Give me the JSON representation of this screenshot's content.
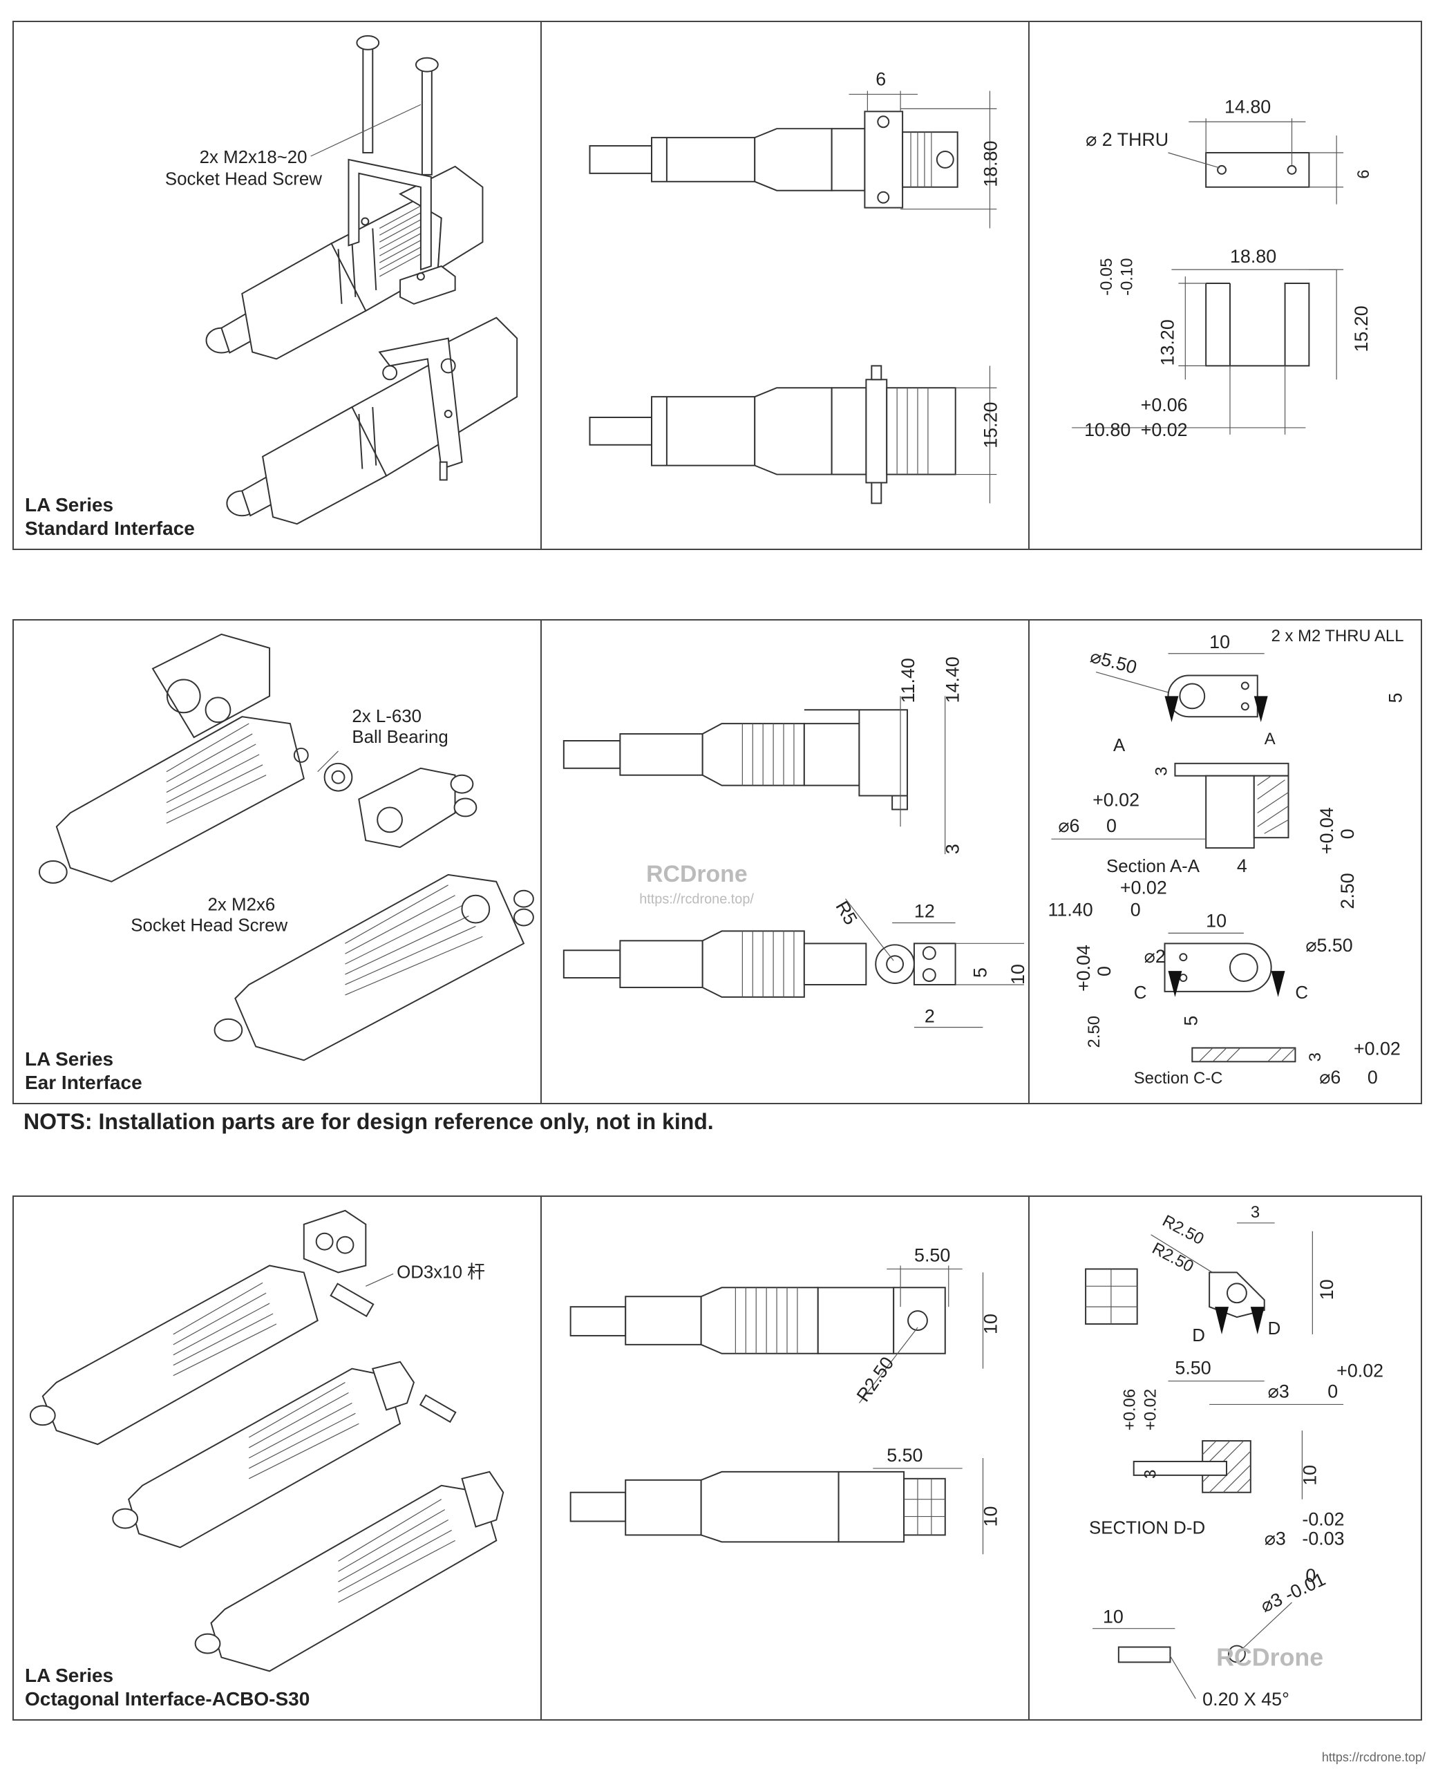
{
  "note": "NOTS: Installation parts are for design reference only, not in kind.",
  "footer_url": "https://rcdrone.top/",
  "watermark": {
    "brand": "RCDrone",
    "url": "https://rcdrone.top/"
  },
  "panel1": {
    "title_line1": "LA Series",
    "title_line2": "Standard Interface",
    "callout_line1": "2x M2x18~20",
    "callout_line2": "Socket Head Screw",
    "dims": {
      "d6": "6",
      "d1880v": "18.80",
      "d1520v": "15.20",
      "thru": "2 THRU",
      "d1480": "14.80",
      "d6b": "6",
      "tolA": "-0.05",
      "tolB": "-0.10",
      "d1880h": "18.80",
      "d1320": "13.20",
      "d1520b": "15.20",
      "tolC": "+0.06",
      "d1080": "10.80",
      "tolD": "+0.02"
    }
  },
  "panel2": {
    "title_line1": "LA Series",
    "title_line2": "Ear Interface",
    "callout1_line1": "2x L-630",
    "callout1_line2": "Ball Bearing",
    "callout2_line1": "2x M2x6",
    "callout2_line2": "Socket Head Screw",
    "dims": {
      "d1140": "11.40",
      "d1440": "14.40",
      "d3": "3",
      "r5": "R5",
      "d12": "12",
      "d5": "5",
      "d10": "10",
      "d2": "2",
      "d10t": "10",
      "m2": "2 x M2 THRU ALL",
      "d550": "5.50",
      "d5r": "5",
      "secA": "A",
      "d3b": "3",
      "tol002": "+0.02",
      "d6": "6",
      "z0": "0",
      "tol004": "+0.04",
      "z0b": "0",
      "sectionAA": "Section A-A",
      "tol002b": "+0.02",
      "d4": "4",
      "d250": "2.50",
      "d1140b": "11.40",
      "z0c": "0",
      "d10b": "10",
      "d2b": "2",
      "d550b": "5.50",
      "tol004b": "+0.04",
      "z0d": "0",
      "secC": "C",
      "d5b": "5",
      "d250b": "2.50",
      "d3c": "3",
      "tol002c": "+0.02",
      "sectionCC": "Section C-C",
      "d6b": "6",
      "z0e": "0"
    }
  },
  "panel3": {
    "title_line1": "LA Series",
    "title_line2": "Octagonal Interface-ACBO-S30",
    "callout_line1": "OD3x10 杆",
    "dims": {
      "d550a": "5.50",
      "d10a": "10",
      "r250a": "R2.50",
      "d550b": "5.50",
      "d10b": "10",
      "r250b": "R2.50",
      "r250c": "R2.50",
      "d3": "3",
      "d10c": "10",
      "secD": "D",
      "d550c": "5.50",
      "tol002": "+0.02",
      "phi3": "3",
      "z0": "0",
      "tol006": "+0.06",
      "tol002b": "+0.02",
      "d3b": "3",
      "d10d": "10",
      "sectionDD": "SECTION D-D",
      "tolm002": "-0.02",
      "tolm003": "-0.03",
      "phi3b": "3",
      "z0b": "0",
      "tolm001": "-0.01",
      "phi3c": "3",
      "d10e": "10",
      "chamfer": "0.20 X 45°"
    }
  }
}
